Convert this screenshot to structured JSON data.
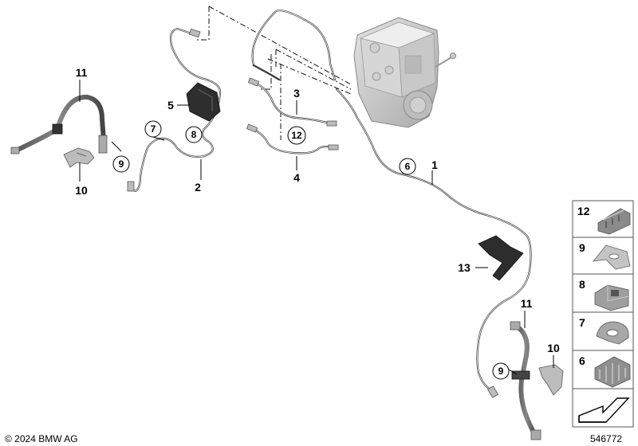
{
  "labels": {
    "l1": "1",
    "l2": "2",
    "l3": "3",
    "l4": "4",
    "l5": "5",
    "l10a": "10",
    "l10b": "10",
    "l11a": "11",
    "l11b": "11",
    "l13": "13"
  },
  "callouts": {
    "c6": "6",
    "c7": "7",
    "c8": "8",
    "c9a": "9",
    "c9b": "9",
    "c12": "12"
  },
  "legend_panel": [
    "12",
    "9",
    "8",
    "7",
    "6"
  ],
  "footer": {
    "copyright": "© 2024 BMW AG",
    "diagram_number": "546772"
  }
}
